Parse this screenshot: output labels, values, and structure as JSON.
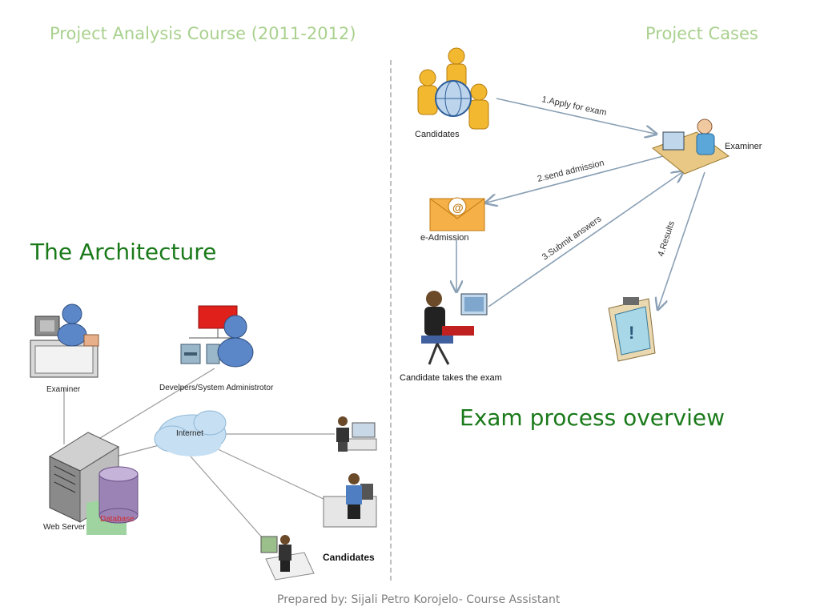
{
  "header": {
    "left_title": "Project Analysis Course (2011-2012)",
    "right_title": "Project Cases"
  },
  "architecture": {
    "title": "The Architecture",
    "nodes": {
      "examiner": "Examiner",
      "developers": "Develpers/System Administrotor",
      "internet": "Internet",
      "web_server": "Web Server",
      "database": "Database",
      "candidates": "Candidates"
    }
  },
  "exam_process": {
    "title": "Exam process overview",
    "nodes": {
      "candidates": "Candidates",
      "examiner": "Examiner",
      "e_admission": "e-Admission",
      "candidate_exam": "Candidate takes the exam"
    },
    "steps": {
      "step1": "1.Apply for exam",
      "step2": "2.send admission",
      "step3": "3.Submit answers",
      "step4": "4.Results"
    }
  },
  "footer": {
    "text": "Prepared by: Sijali Petro Korojelo- Course Assistant"
  }
}
